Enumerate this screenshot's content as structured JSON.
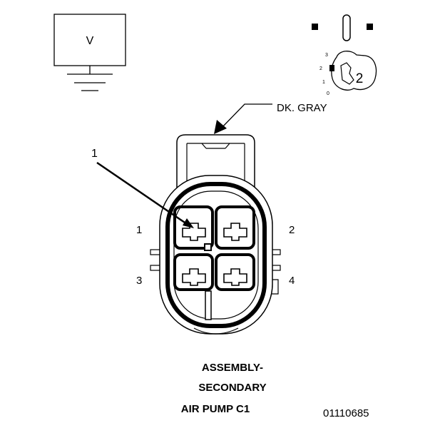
{
  "voltmeter": {
    "label": "V"
  },
  "key_switch": {
    "positions": [
      "3",
      "2",
      "1",
      "0"
    ],
    "selected": "2"
  },
  "wire": {
    "color_label": "DK. GRAY"
  },
  "callout": {
    "label": "1"
  },
  "connector": {
    "pins": [
      {
        "number": "1"
      },
      {
        "number": "2"
      },
      {
        "number": "3"
      },
      {
        "number": "4"
      }
    ]
  },
  "caption": {
    "line1": "ASSEMBLY-",
    "line2": "SECONDARY",
    "line3": "AIR PUMP C1"
  },
  "figure_id": "01110685"
}
